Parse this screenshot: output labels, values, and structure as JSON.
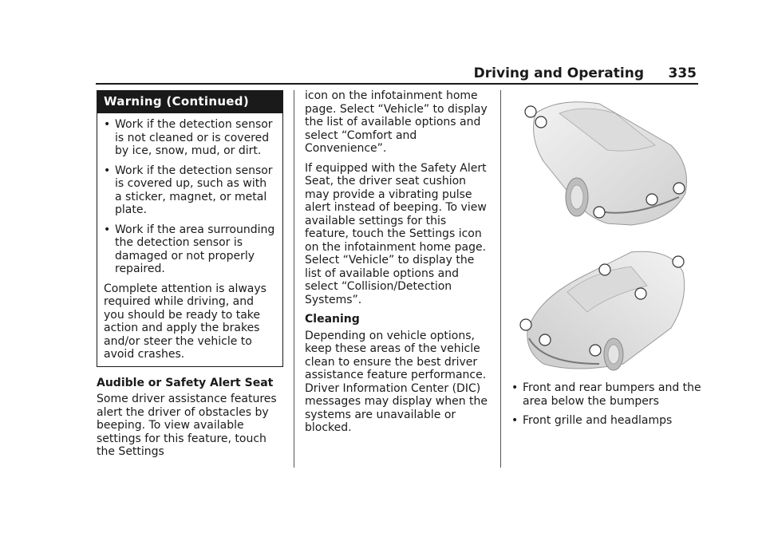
{
  "header": {
    "title": "Driving and Operating",
    "page": "335"
  },
  "warning": {
    "title": "Warning  (Continued)",
    "bullets": [
      "Work if the detection sensor is not cleaned or is covered by ice, snow, mud, or dirt.",
      "Work if the detection sensor is covered up, such as with a sticker, magnet, or metal plate.",
      "Work if the area surrounding the detection sensor is damaged or not properly repaired."
    ],
    "note": "Complete attention is always required while driving, and you should be ready to take action and apply the brakes and/or steer the vehicle to avoid crashes."
  },
  "alert_section": {
    "heading": "Audible or Safety Alert Seat",
    "para1_start": "Some driver assistance features alert the driver of obstacles by beeping. To view available settings for this feature, touch the Settings",
    "para1_end": "icon on the infotainment home page. Select “Vehicle” to display the list of available options and select “Comfort and Convenience”.",
    "para2": "If equipped with the Safety Alert Seat, the driver seat cushion may provide a vibrating pulse alert instead of beeping. To view available settings for this feature, touch the Settings icon on the infotainment home page. Select “Vehicle” to display the list of available options and select “Collision/Detection Systems”."
  },
  "cleaning_section": {
    "heading": "Cleaning",
    "para": "Depending on vehicle options, keep these areas of the vehicle clean to ensure the best driver assistance feature performance. Driver Information Center (DIC) messages may display when the systems are unavailable or blocked."
  },
  "cleaning_list": [
    "Front and rear bumpers and the area below the bumpers",
    "Front grille and headlamps"
  ],
  "bullet_glyph": "•",
  "colors": {
    "text": "#1a1a1a",
    "warning_header_bg": "#1a1a1a",
    "car_body": "#e6e6e6",
    "sensor_fill": "#ffffff"
  }
}
